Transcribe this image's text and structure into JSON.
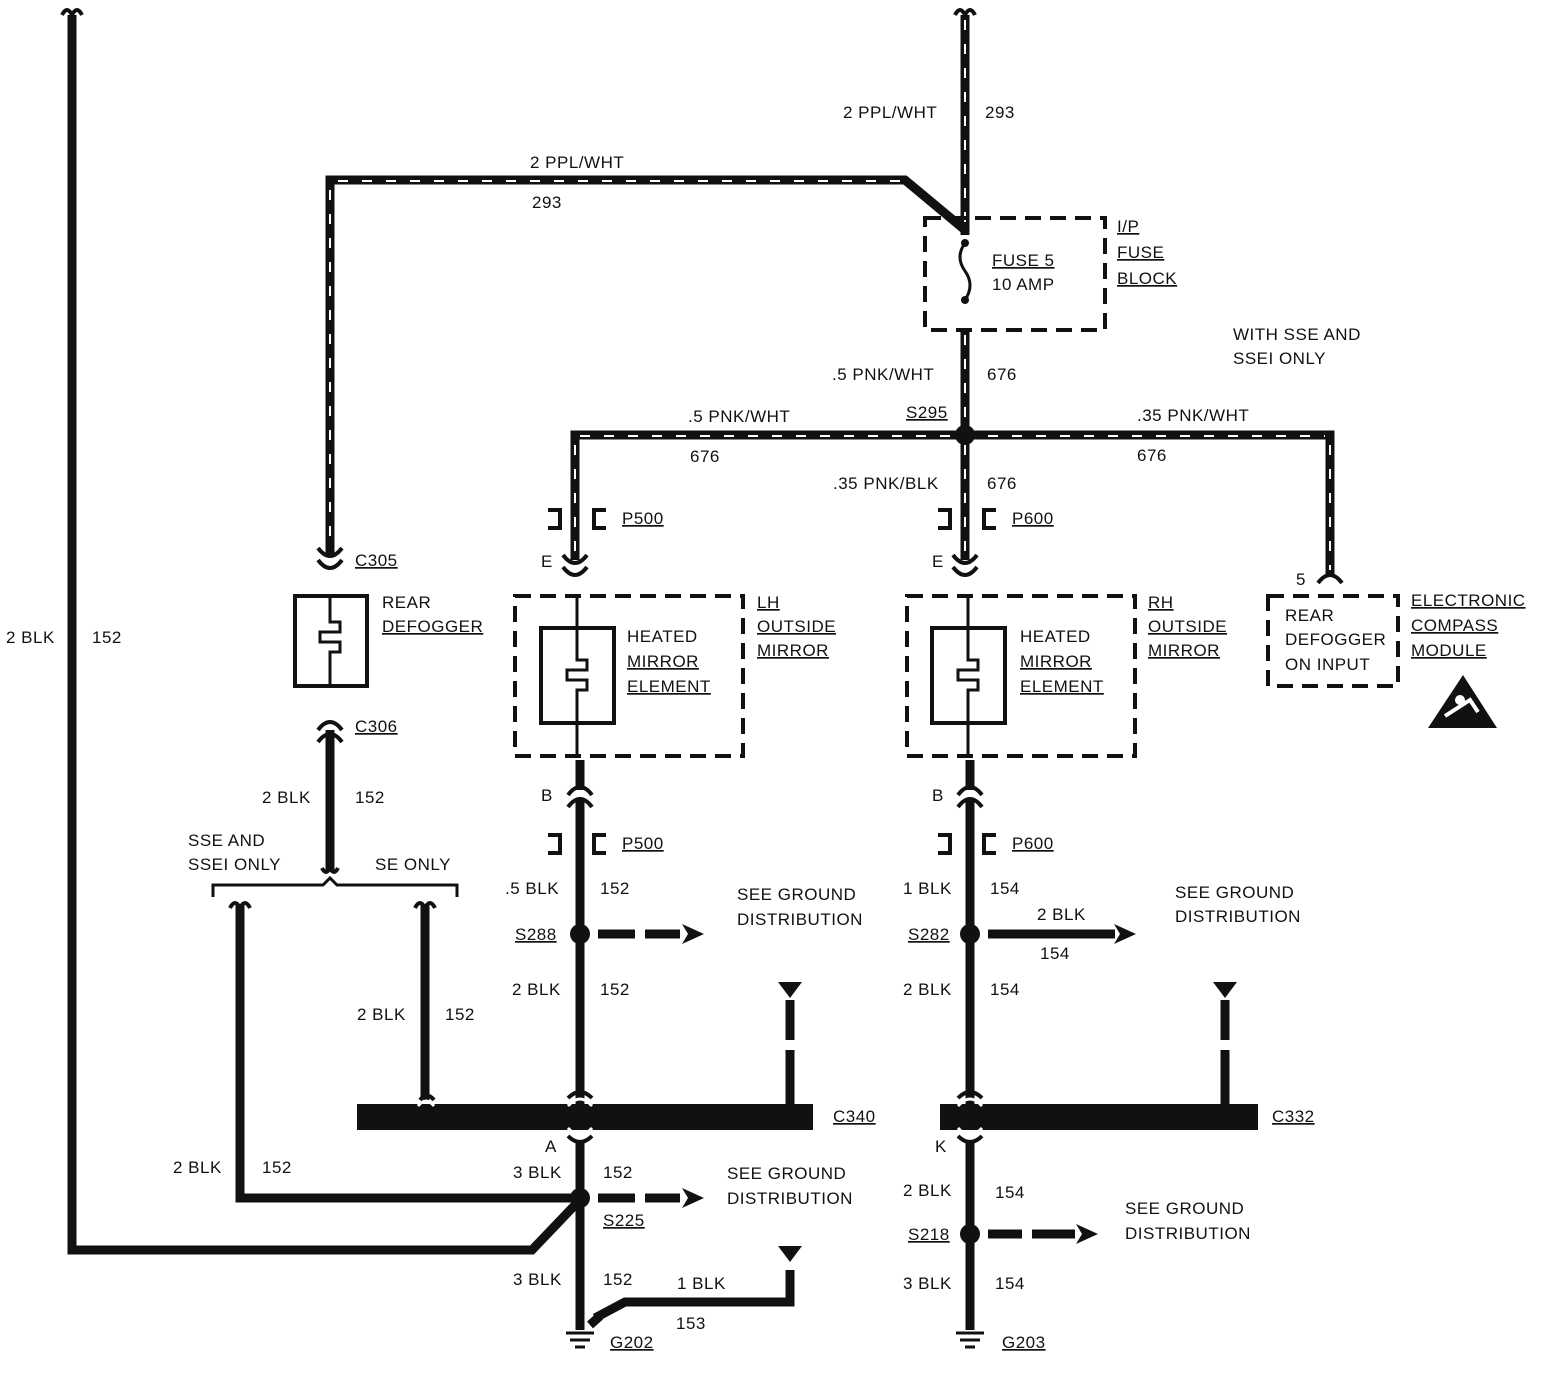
{
  "wires": {
    "ppl_wht_top_size": "2 PPL/WHT",
    "ppl_wht_top_circuit": "293",
    "ppl_wht_left_size": "2 PPL/WHT",
    "ppl_wht_left_circuit": "293",
    "pnk_wht_below_fuse_size": ".5 PNK/WHT",
    "pnk_wht_below_fuse_circuit": "676",
    "pnk_wht_lh_size": ".5 PNK/WHT",
    "pnk_wht_lh_circuit": "676",
    "pnk_wht_compass_size": ".35 PNK/WHT",
    "pnk_wht_compass_circuit": "676",
    "pnk_blk_rh_size": ".35 PNK/BLK",
    "pnk_blk_rh_circuit": "676",
    "far_left_size": "2 BLK",
    "far_left_circuit": "152",
    "defog_ground_size": "2 BLK",
    "defog_ground_circuit": "152",
    "se_only_size": "2 BLK",
    "se_only_circuit": "152",
    "sse_branch_size": "2 BLK",
    "sse_branch_circuit": "152",
    "lh_p500_size": ".5 BLK",
    "lh_p500_circuit": "152",
    "lh_s288_size": "2 BLK",
    "lh_s288_circuit": "152",
    "lh_c340_size": "3 BLK",
    "lh_c340_circuit": "152",
    "lh_g202_size": "3 BLK",
    "lh_g202_circuit": "152",
    "g202_branch_size": "1 BLK",
    "g202_branch_circuit": "153",
    "rh_p600_size": "1 BLK",
    "rh_p600_circuit": "154",
    "rh_s282_branch_size": "2 BLK",
    "rh_s282_branch_circuit": "154",
    "rh_s282_size": "2 BLK",
    "rh_s282_circuit": "154",
    "rh_c332_size": "2 BLK",
    "rh_c332_circuit": "154",
    "rh_g203_size": "3 BLK",
    "rh_g203_circuit": "154"
  },
  "components": {
    "fuse_name": "FUSE 5",
    "fuse_rating": "10 AMP",
    "fuse_block_1": "I/P",
    "fuse_block_2": "FUSE",
    "fuse_block_3": "BLOCK",
    "rear_defogger_1": "REAR",
    "rear_defogger_2": "DEFOGGER",
    "heated_1": "HEATED",
    "heated_2": "MIRROR",
    "heated_3": "ELEMENT",
    "lh_mirror_1": "LH",
    "lh_mirror_2": "OUTSIDE",
    "lh_mirror_3": "MIRROR",
    "rh_mirror_1": "RH",
    "rh_mirror_2": "OUTSIDE",
    "rh_mirror_3": "MIRROR",
    "compass_input_1": "REAR",
    "compass_input_2": "DEFOGGER",
    "compass_input_3": "ON INPUT",
    "compass_module_1": "ELECTRONIC",
    "compass_module_2": "COMPASS",
    "compass_module_3": "MODULE",
    "compass_pin": "5"
  },
  "connectors": {
    "c305": "C305",
    "c306": "C306",
    "c340": "C340",
    "c332": "C332",
    "p500": "P500",
    "p600": "P600",
    "pin_e": "E",
    "pin_b": "B",
    "pin_a": "A",
    "pin_k": "K"
  },
  "splices": {
    "s295": "S295",
    "s288": "S288",
    "s282": "S282",
    "s225": "S225",
    "s218": "S218"
  },
  "grounds": {
    "g202": "G202",
    "g203": "G203"
  },
  "notes": {
    "with_sse_1": "WITH SSE AND",
    "with_sse_2": "SSEI ONLY",
    "sse_and": "SSE AND",
    "ssei_only": "SSEI ONLY",
    "se_only": "SE ONLY",
    "see_ground_1": "SEE GROUND",
    "see_ground_2": "DISTRIBUTION"
  },
  "icons": [
    "esd-warning-icon",
    "ground-symbol-icon",
    "fuse-icon",
    "heating-element-icon"
  ]
}
